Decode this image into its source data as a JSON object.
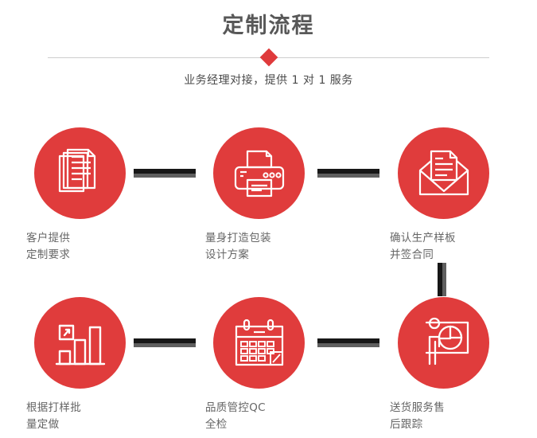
{
  "header": {
    "title": "定制流程",
    "subtitle": "业务经理对接，提供 1 对 1 服务",
    "divider_icon": "diamond-marker"
  },
  "colors": {
    "accent_red": "#e03c3c",
    "diamond_red": "#df3a3b",
    "title_gray": "#585858",
    "label_gray": "#666666",
    "divider_gray": "#cdcdcd",
    "connector_dark": "#171717",
    "connector_shadow": "#5f5f5f"
  },
  "flow": {
    "steps": [
      {
        "index": 1,
        "icon": "documents-stack-icon",
        "label": "客户提供\n定制要求"
      },
      {
        "index": 2,
        "icon": "printer-icon",
        "label": "量身打造包装\n设计方案"
      },
      {
        "index": 3,
        "icon": "envelope-letter-icon",
        "label": "确认生产样板\n并签合同"
      },
      {
        "index": 4,
        "icon": "bar-chart-growth-icon",
        "label": "根据打样批\n量定做"
      },
      {
        "index": 5,
        "icon": "calendar-icon",
        "label": "品质管控QC\n全检"
      },
      {
        "index": 6,
        "icon": "presenter-pie-chart-icon",
        "label": "送货服务售\n后跟踪"
      }
    ],
    "connectors": [
      {
        "name": "connector-step1-step2",
        "orientation": "horizontal"
      },
      {
        "name": "connector-step2-step3",
        "orientation": "horizontal"
      },
      {
        "name": "connector-step3-step6",
        "orientation": "vertical"
      },
      {
        "name": "connector-step4-step5",
        "orientation": "horizontal"
      },
      {
        "name": "connector-step5-step6",
        "orientation": "horizontal"
      }
    ]
  }
}
